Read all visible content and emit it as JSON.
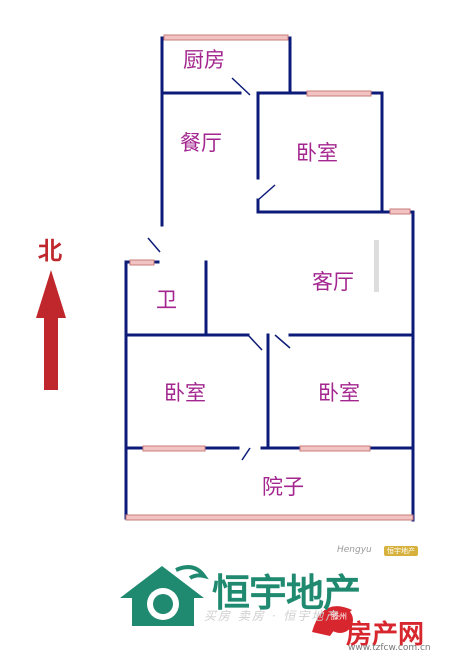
{
  "rooms": {
    "kitchen": "厨房",
    "dining": "餐厅",
    "bedroom_north": "卧室",
    "living": "客厅",
    "bathroom": "卫",
    "bedroom_sw": "卧室",
    "bedroom_se": "卧室",
    "yard": "院子"
  },
  "compass": {
    "label": "北"
  },
  "logo": {
    "brand": "恒宇地产",
    "slogan": "买房 卖房 · 恒宇地产",
    "roman": "Hengyu",
    "badge": "恒宇地产"
  },
  "watermark": {
    "brand": "房产网",
    "url": "www.tzfcw.com.cn",
    "mark": "滕州"
  },
  "colors": {
    "wall": "#0d1b78",
    "label": "#a3268f",
    "north": "#c0272d",
    "brand": "#1f8a70",
    "watermark": "#d7262e"
  }
}
